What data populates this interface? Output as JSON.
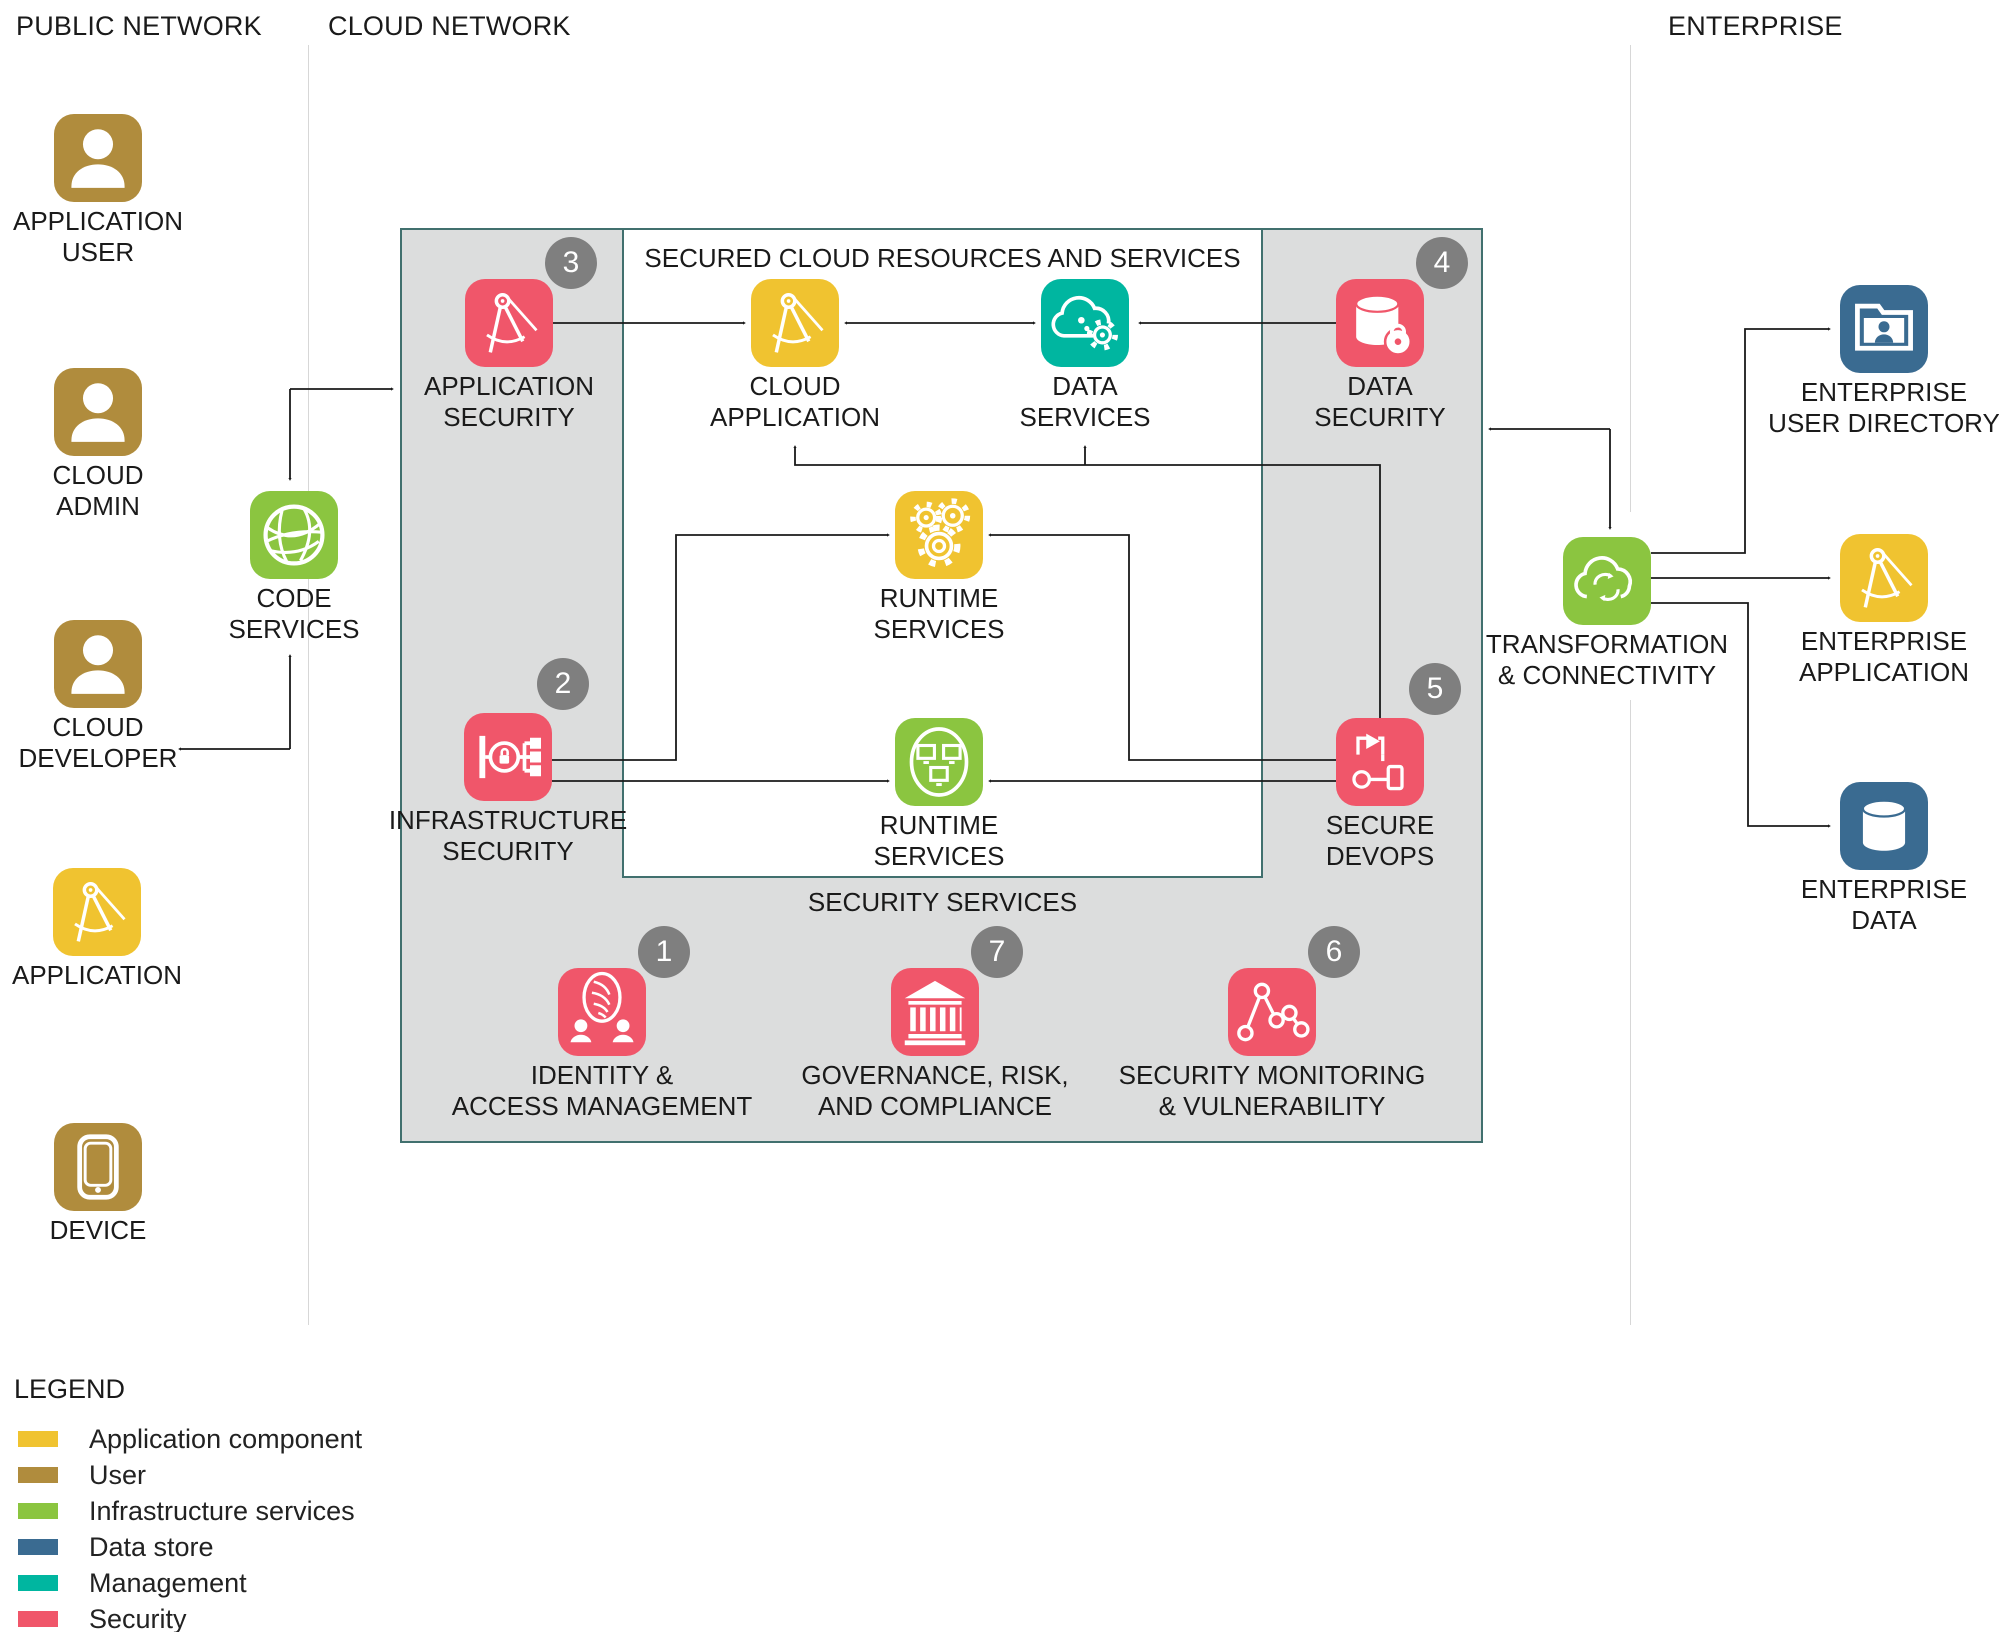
{
  "headers": {
    "public": "PUBLIC NETWORK",
    "cloud": "CLOUD NETWORK",
    "enterprise": "ENTERPRISE"
  },
  "boxes": {
    "secured_title": "SECURED CLOUD RESOURCES AND SERVICES",
    "security_services": "SECURITY SERVICES"
  },
  "nodes": {
    "application_user": {
      "lines": [
        "APPLICATION",
        "USER"
      ]
    },
    "cloud_admin": {
      "lines": [
        "CLOUD",
        "ADMIN"
      ]
    },
    "cloud_developer": {
      "lines": [
        "CLOUD",
        "DEVELOPER"
      ]
    },
    "application": {
      "lines": [
        "APPLICATION",
        ""
      ]
    },
    "device": {
      "lines": [
        "DEVICE",
        ""
      ]
    },
    "code_services": {
      "lines": [
        "CODE",
        "SERVICES"
      ]
    },
    "application_security": {
      "lines": [
        "APPLICATION",
        "SECURITY"
      ],
      "badge": "3"
    },
    "cloud_application": {
      "lines": [
        "CLOUD",
        "APPLICATION"
      ]
    },
    "data_services": {
      "lines": [
        "DATA",
        "SERVICES"
      ]
    },
    "data_security": {
      "lines": [
        "DATA",
        "SECURITY"
      ],
      "badge": "4"
    },
    "runtime_services_top": {
      "lines": [
        "RUNTIME",
        "SERVICES"
      ]
    },
    "runtime_services_bottom": {
      "lines": [
        "RUNTIME",
        "SERVICES"
      ]
    },
    "infrastructure_security": {
      "lines": [
        "INFRASTRUCTURE",
        "SECURITY"
      ],
      "badge": "2"
    },
    "secure_devops": {
      "lines": [
        "SECURE",
        "DEVOPS"
      ],
      "badge": "5"
    },
    "identity_access": {
      "lines": [
        "IDENTITY &",
        "ACCESS MANAGEMENT"
      ],
      "badge": "1"
    },
    "governance": {
      "lines": [
        "GOVERNANCE, RISK,",
        "AND COMPLIANCE"
      ],
      "badge": "7"
    },
    "security_monitoring": {
      "lines": [
        "SECURITY MONITORING",
        "& VULNERABILITY"
      ],
      "badge": "6"
    },
    "transformation": {
      "lines": [
        "TRANSFORMATION",
        "& CONNECTIVITY"
      ]
    },
    "enterprise_user_directory": {
      "lines": [
        "ENTERPRISE",
        "USER DIRECTORY"
      ]
    },
    "enterprise_application": {
      "lines": [
        "ENTERPRISE",
        "APPLICATION"
      ]
    },
    "enterprise_data": {
      "lines": [
        "ENTERPRISE",
        "DATA"
      ]
    }
  },
  "legend": {
    "title": "LEGEND",
    "items": [
      {
        "label": "Application component",
        "color": "#f0c330"
      },
      {
        "label": "User",
        "color": "#b08c3d"
      },
      {
        "label": "Infrastructure services",
        "color": "#8bc540"
      },
      {
        "label": "Data store",
        "color": "#3a6b91"
      },
      {
        "label": "Management",
        "color": "#00b6a0"
      },
      {
        "label": "Security",
        "color": "#f0566a"
      }
    ]
  },
  "colors": {
    "application_component": "#f0c330",
    "user": "#b08c3d",
    "infrastructure_services": "#8bc540",
    "data_store": "#3a6b91",
    "management": "#00b6a0",
    "security": "#f0566a",
    "badge": "#7f7f7f",
    "container_border": "#41706e",
    "container_fill": "#dcdddd"
  }
}
